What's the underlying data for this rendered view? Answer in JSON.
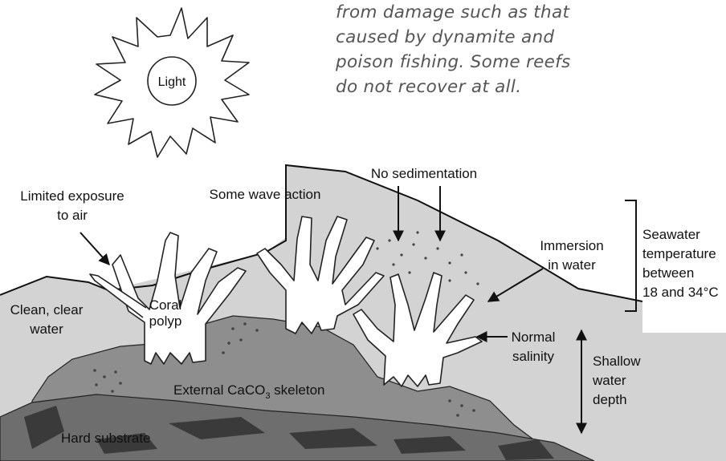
{
  "caption": {
    "lines": [
      "from damage such as that",
      "caused by dynamite and",
      "poison fishing. Some reefs",
      "do not recover at all."
    ]
  },
  "sun": {
    "label": "Light"
  },
  "labels": {
    "no_sedimentation": "No sedimentation",
    "limited_exposure_1": "Limited exposure",
    "limited_exposure_2": "to air",
    "wave_action": "Some wave action",
    "immersion_1": "Immersion",
    "immersion_2": "in water",
    "seawater_1": "Seawater",
    "seawater_2": "temperature",
    "seawater_3": "between",
    "seawater_4": "18 and 34°C",
    "clean_water_1": "Clean, clear",
    "clean_water_2": "water",
    "coral_1": "Coral",
    "coral_2": "polyp",
    "salinity_1": "Normal",
    "salinity_2": "salinity",
    "skeleton_prefix": "External CaCO",
    "skeleton_sub": "3",
    "skeleton_suffix": " skeleton",
    "depth_1": "Shallow",
    "depth_2": "water",
    "depth_3": "depth",
    "substrate": "Hard substrate"
  },
  "colors": {
    "water": "#d3d3d3",
    "skeleton": "#8e8e8e",
    "substrate": "#6e6e6e",
    "substrate_dark": "#3a3a3a",
    "polyp": "#ffffff"
  }
}
